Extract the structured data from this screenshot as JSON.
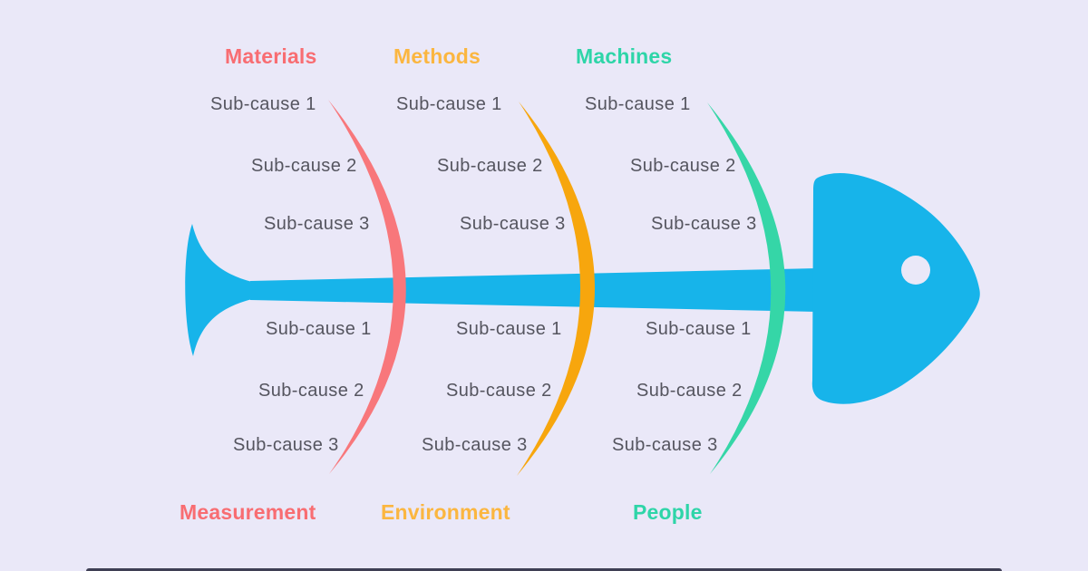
{
  "diagram": {
    "type": "fishbone",
    "background": "#eae8f8",
    "fish_color": "#17b4ea",
    "subcause_text_color": "#55555f",
    "bottom_bar_color": "#3f3f54",
    "categories": [
      {
        "label": "Materials",
        "position": "top",
        "color": "#f86d72",
        "subcauses": [
          "Sub-cause 1",
          "Sub-cause 2",
          "Sub-cause 3"
        ]
      },
      {
        "label": "Methods",
        "position": "top",
        "color": "#fbb640",
        "subcauses": [
          "Sub-cause 1",
          "Sub-cause 2",
          "Sub-cause 3"
        ]
      },
      {
        "label": "Machines",
        "position": "top",
        "color": "#2ed5a8",
        "subcauses": [
          "Sub-cause 1",
          "Sub-cause 2",
          "Sub-cause 3"
        ]
      },
      {
        "label": "Measurement",
        "position": "bottom",
        "color": "#f86d72",
        "subcauses": [
          "Sub-cause 1",
          "Sub-cause 2",
          "Sub-cause 3"
        ]
      },
      {
        "label": "Environment",
        "position": "bottom",
        "color": "#fbb640",
        "subcauses": [
          "Sub-cause 1",
          "Sub-cause 2",
          "Sub-cause 3"
        ]
      },
      {
        "label": "People",
        "position": "bottom",
        "color": "#2ed5a8",
        "subcauses": [
          "Sub-cause 1",
          "Sub-cause 2",
          "Sub-cause 3"
        ]
      }
    ],
    "ribs": [
      {
        "name": "materials-measurement",
        "color": "#f8777b"
      },
      {
        "name": "methods-environment",
        "color": "#f7a60d"
      },
      {
        "name": "machines-people",
        "color": "#35d6a7"
      }
    ]
  }
}
